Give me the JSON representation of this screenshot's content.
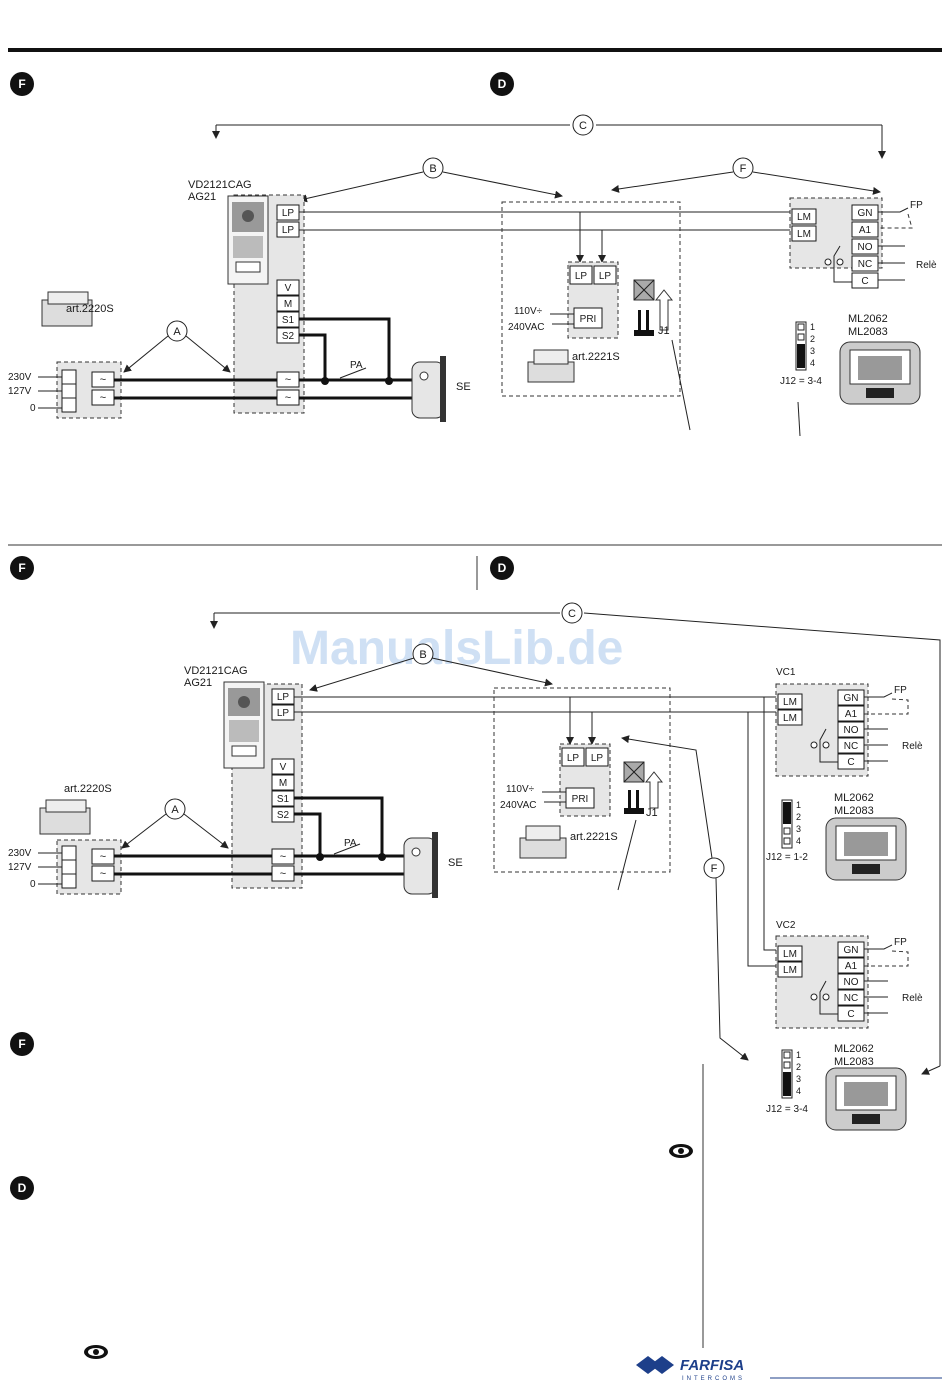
{
  "badges": {
    "f": "F",
    "d": "D"
  },
  "callouts": {
    "a": "A",
    "b": "B",
    "c": "C",
    "f": "F"
  },
  "door_station": {
    "model_1": "VD2121CAG",
    "model_2": "AG21"
  },
  "terminals": {
    "lp": "LP",
    "v": "V",
    "m": "M",
    "s1": "S1",
    "s2": "S2",
    "ac": "~",
    "lm": "LM",
    "pri": "PRI",
    "gn": "GN",
    "a1": "A1",
    "no": "NO",
    "nc": "NC",
    "c": "C"
  },
  "power_supply_1": {
    "name": "art.2220S",
    "v230": "230V",
    "v127": "127V",
    "v0": "0"
  },
  "power_supply_2": {
    "name": "art.2221S",
    "v1": "110V÷",
    "v2": "240VAC"
  },
  "jumper_j1": "J1",
  "lock": {
    "pa": "PA",
    "se": "SE"
  },
  "monitor": {
    "m1": "ML2062",
    "m2": "ML2083",
    "fp": "FP",
    "rele": "Relè",
    "j12_34": "J12 = 3-4",
    "j12_12": "J12 = 1-2",
    "vc1": "VC1",
    "vc2": "VC2",
    "pins": [
      "1",
      "2",
      "3",
      "4"
    ]
  },
  "watermark": "ManualsLib.de",
  "logo": {
    "brand": "FARFISA",
    "sub": "INTERCOMS"
  }
}
